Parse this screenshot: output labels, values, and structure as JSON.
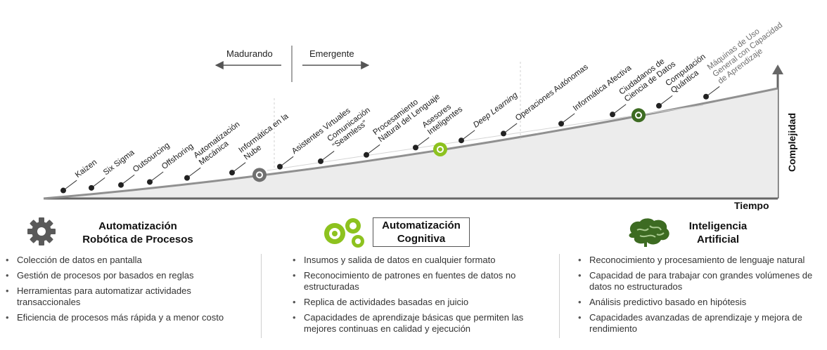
{
  "diagram": {
    "direction": {
      "left_label": "Madurando",
      "right_label": "Emergente"
    },
    "axes": {
      "x_label": "Tiempo",
      "y_label": "Complejidad"
    },
    "milestones": [
      {
        "lines": [
          "Kaizen"
        ],
        "italic": false
      },
      {
        "lines": [
          "Six Sigma"
        ],
        "italic": false
      },
      {
        "lines": [
          "Outsourcing"
        ],
        "italic": false
      },
      {
        "lines": [
          "Offshoring"
        ],
        "italic": false
      },
      {
        "lines": [
          "Automatización",
          "Mecánica"
        ],
        "italic": false
      },
      {
        "lines": [
          "Informática en la",
          "Nube"
        ],
        "italic": false
      },
      {
        "lines": [
          "Asistentes Virtuales"
        ],
        "italic": false
      },
      {
        "lines": [
          "Comunicación",
          "“Seamless”"
        ],
        "italic": false
      },
      {
        "lines": [
          "Procesamiento",
          "Natural del Lenguaje"
        ],
        "italic": false
      },
      {
        "lines": [
          "Asesores",
          "Inteligentes"
        ],
        "italic": false
      },
      {
        "lines": [
          "Deep Learning"
        ],
        "italic": true
      },
      {
        "lines": [
          "Operaciones Autónomas"
        ],
        "italic": false
      },
      {
        "lines": [
          "Informática Afectiva"
        ],
        "italic": false
      },
      {
        "lines": [
          "Ciudadanos de",
          "Ciencia de Datos"
        ],
        "italic": false
      },
      {
        "lines": [
          "Computación",
          "Quántica"
        ],
        "italic": false
      },
      {
        "lines": [
          "Máquinas de Uso",
          "General con Capacidad",
          "de Aprendizaje"
        ],
        "italic": false,
        "muted": true
      }
    ],
    "colors": {
      "rpa": "#707070",
      "cognitive": "#8dc21f",
      "ai": "#3d6b22",
      "curve": "#909090",
      "area": "#ececec"
    }
  },
  "sections": {
    "rpa": {
      "title_line1": "Automatización",
      "title_line2": "Robótica de Procesos",
      "icon": "gear-icon",
      "items": [
        "Colección de datos en pantalla",
        "Gestión de procesos por basados en reglas",
        "Herramientas para automatizar actividades transaccionales",
        "Eficiencia de procesos más rápida y a menor costo"
      ]
    },
    "cognitive": {
      "title_line1": "Automatización",
      "title_line2": "Cognitiva",
      "icon": "gears-icon",
      "items": [
        "Insumos y salida de datos en cualquier formato",
        "Reconocimiento de patrones en fuentes de datos no estructuradas",
        "Replica de actividades basadas en juicio",
        "Capacidades de aprendizaje básicas que permiten las mejores continuas en calidad y ejecución"
      ]
    },
    "ai": {
      "title_line1": "Inteligencia",
      "title_line2": "Artificial",
      "icon": "brain-icon",
      "items": [
        "Reconocimiento y procesamiento de lenguaje natural",
        "Capacidad de para trabajar con grandes volúmenes de datos no estructurados",
        "Análisis predictivo basado en hipótesis",
        "Capacidades avanzadas de aprendizaje y mejora de rendimiento"
      ]
    }
  }
}
